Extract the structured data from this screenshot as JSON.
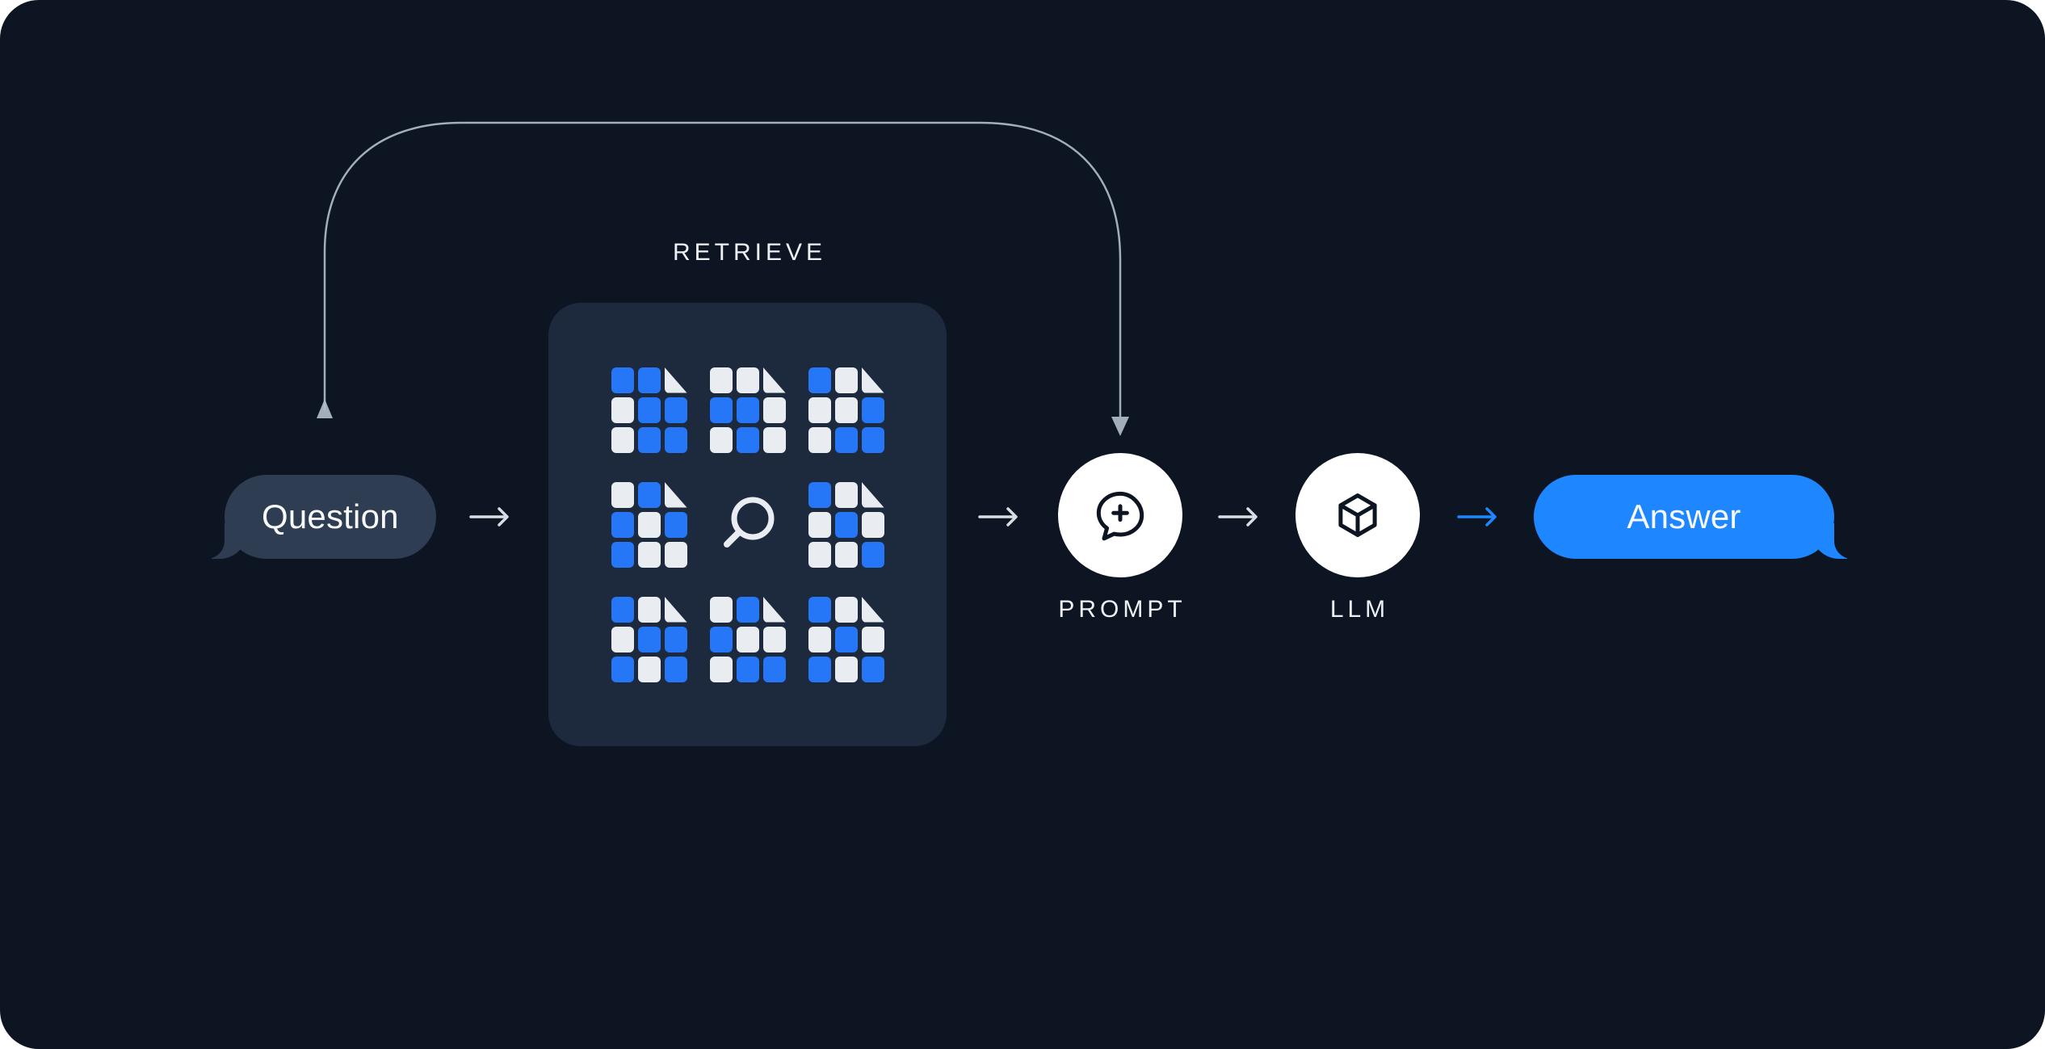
{
  "colors": {
    "background": "#0d1523",
    "panel": "#1d2a3e",
    "bubble_dark": "#2f3d52",
    "blue": "#1e86ff",
    "doc_blue": "#2577f8",
    "doc_white": "#e9edf1",
    "arrow_gray": "#d9dee4",
    "label_text": "#eef1f4",
    "icon_dark": "#0d1523",
    "connector": "#b4bfcc"
  },
  "question": {
    "label": "Question"
  },
  "answer": {
    "label": "Answer"
  },
  "retrieve": {
    "label": "RETRIEVE",
    "center_icon": "magnifier-icon",
    "docs": [
      {
        "pattern": [
          "B",
          "B",
          "F",
          "W",
          "B",
          "B",
          "W",
          "B",
          "B"
        ]
      },
      {
        "pattern": [
          "W",
          "W",
          "F",
          "B",
          "B",
          "W",
          "W",
          "B",
          "W"
        ]
      },
      {
        "pattern": [
          "B",
          "W",
          "F",
          "W",
          "W",
          "B",
          "W",
          "B",
          "B"
        ]
      },
      {
        "pattern": [
          "W",
          "B",
          "F",
          "B",
          "W",
          "B",
          "B",
          "W",
          "W"
        ]
      },
      {
        "pattern": [
          "B",
          "W",
          "F",
          "W",
          "B",
          "W",
          "W",
          "W",
          "B"
        ]
      },
      {
        "pattern": [
          "B",
          "W",
          "F",
          "W",
          "B",
          "B",
          "B",
          "W",
          "B"
        ]
      },
      {
        "pattern": [
          "W",
          "B",
          "F",
          "B",
          "W",
          "W",
          "W",
          "B",
          "B"
        ]
      },
      {
        "pattern": [
          "B",
          "W",
          "F",
          "W",
          "B",
          "W",
          "B",
          "W",
          "B"
        ]
      }
    ]
  },
  "prompt": {
    "label": "PROMPT",
    "icon": "chat-plus-icon"
  },
  "llm": {
    "label": "LLM",
    "icon": "cube-icon"
  },
  "flow": {
    "sequence": [
      "Question",
      "RETRIEVE",
      "PROMPT",
      "LLM",
      "Answer"
    ],
    "bypass_connector": {
      "from": "Question",
      "to": "PROMPT"
    }
  }
}
